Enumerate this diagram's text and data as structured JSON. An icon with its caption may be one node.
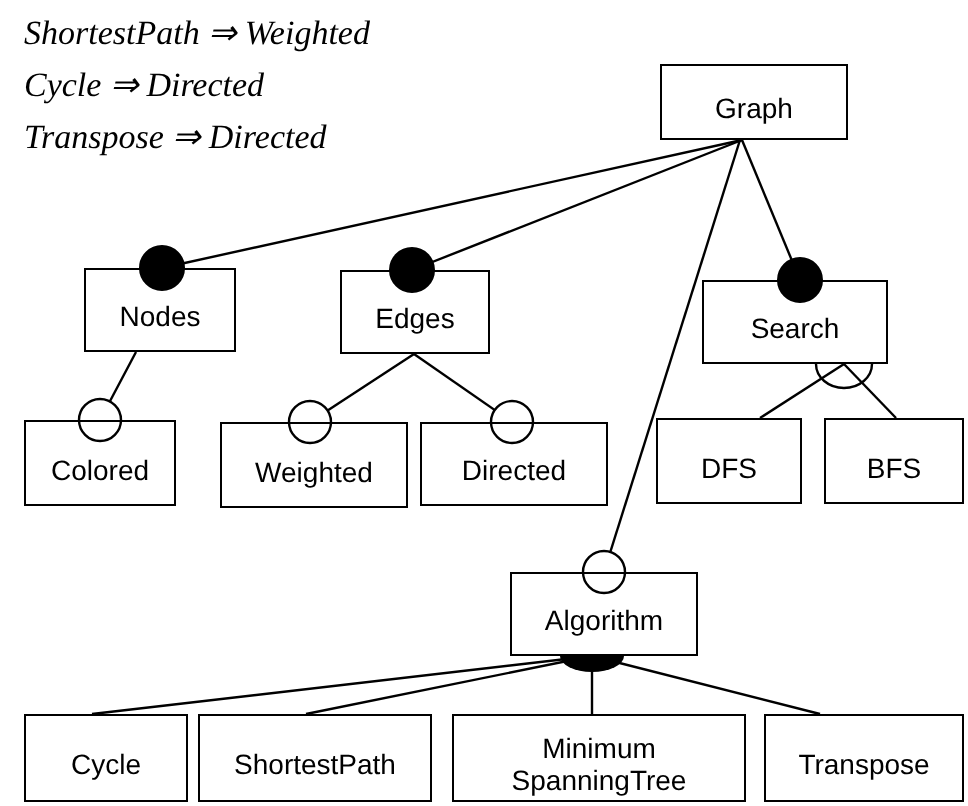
{
  "diagram": {
    "nodes": [
      {
        "text": [
          "Graph"
        ]
      },
      {
        "text": [
          "Nodes"
        ]
      },
      {
        "text": [
          "Edges"
        ]
      },
      {
        "text": [
          "Search"
        ]
      },
      {
        "text": [
          "Colored"
        ]
      },
      {
        "text": [
          "Weighted"
        ]
      },
      {
        "text": [
          "Directed"
        ]
      },
      {
        "text": [
          "DFS"
        ]
      },
      {
        "text": [
          "BFS"
        ]
      },
      {
        "text": [
          "Algorithm"
        ]
      },
      {
        "text": [
          "Cycle"
        ]
      },
      {
        "text": [
          "ShortestPath"
        ]
      },
      {
        "text": [
          "Minimum SpanningTree"
        ]
      },
      {
        "text": [
          "Transpose"
        ]
      }
    ],
    "edges": [
      {
        "from": 0,
        "to": 1,
        "arrow": "other"
      },
      {
        "from": 0,
        "to": 2,
        "arrow": "other"
      },
      {
        "from": 0,
        "to": 9,
        "arrow": "other"
      },
      {
        "from": 0,
        "to": 3,
        "arrow": "other"
      },
      {
        "from": 1,
        "to": 4,
        "arrow": "other"
      },
      {
        "from": 2,
        "to": 5,
        "arrow": "other"
      },
      {
        "from": 2,
        "to": 6,
        "arrow": "other"
      },
      {
        "from": 3,
        "to": 7,
        "arrow": "none"
      },
      {
        "from": 3,
        "to": 8,
        "arrow": "none"
      },
      {
        "from": 9,
        "to": 10,
        "arrow": "none"
      },
      {
        "from": 9,
        "to": 11,
        "arrow": "none"
      },
      {
        "from": 9,
        "to": 12,
        "arrow": "none"
      },
      {
        "from": 9,
        "to": 13,
        "arrow": "none"
      }
    ],
    "labels": [
      "ShortestPath ⇒ Weighted",
      "Cycle ⇒ Directed",
      "Transpose ⇒ Directed"
    ]
  }
}
